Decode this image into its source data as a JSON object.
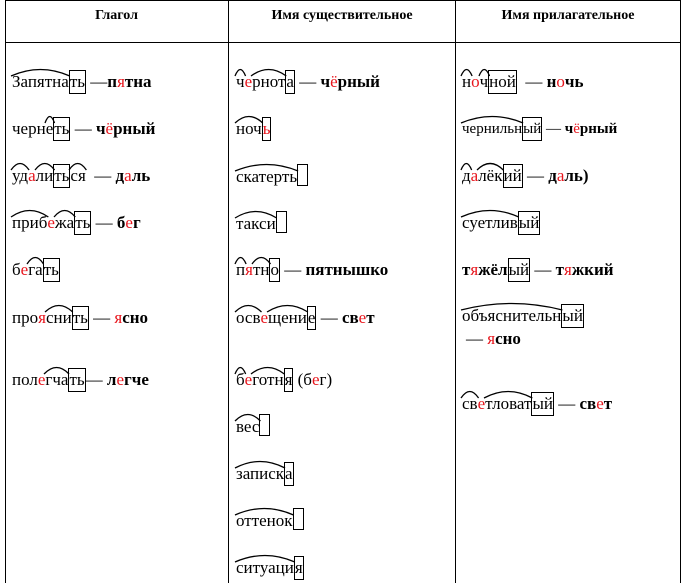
{
  "headers": [
    "Глагол",
    "Имя существительное",
    "Имя прилагательное"
  ],
  "columns": [
    [
      {
        "segments": [
          {
            "t": "Запятна",
            "m": "root"
          },
          {
            "t": "ть",
            "m": "box"
          },
          {
            "t": " —"
          },
          {
            "t": "п",
            "b": 1
          },
          {
            "t": "я",
            "c": 1
          },
          {
            "t": "тна",
            "b": 1
          }
        ]
      },
      {
        "segments": [
          {
            "t": "черн"
          },
          {
            "t": "е",
            "m": "root"
          },
          {
            "t": "ть",
            "m": "box"
          },
          {
            "t": " — "
          },
          {
            "t": "ч",
            "b": 1
          },
          {
            "t": "ё",
            "c": 1
          },
          {
            "t": "рный",
            "b": 1
          }
        ]
      },
      {
        "segments": [
          {
            "t": "уд",
            "m": "root"
          },
          {
            "t": "а",
            "c": 1
          },
          {
            "t": "ли",
            "m": "root"
          },
          {
            "t": "ть",
            "m": "box"
          },
          {
            "t": "ся",
            "m": "root"
          },
          {
            "t": "  — "
          },
          {
            "t": "д",
            "b": 1
          },
          {
            "t": "а",
            "c": 1
          },
          {
            "t": "ль",
            "b": 1
          }
        ]
      },
      {
        "segments": [
          {
            "t": "приб",
            "m": "root"
          },
          {
            "t": "е",
            "c": 1
          },
          {
            "t": "жа",
            "m": "root"
          },
          {
            "t": "ть",
            "m": "box"
          },
          {
            "t": " — "
          },
          {
            "t": "б",
            "b": 1
          },
          {
            "t": "е",
            "c": 1
          },
          {
            "t": "г",
            "b": 1
          }
        ]
      },
      {
        "segments": [
          {
            "t": "б"
          },
          {
            "t": "е",
            "c": 1
          },
          {
            "t": "га",
            "m": "root"
          },
          {
            "t": "ть",
            "m": "box"
          }
        ]
      },
      {
        "segments": [
          {
            "t": "про"
          },
          {
            "t": "я",
            "c": 1
          },
          {
            "t": "сни",
            "m": "root"
          },
          {
            "t": "ть",
            "m": "box"
          },
          {
            "t": " — "
          },
          {
            "t": "я",
            "c": 1
          },
          {
            "t": "сно",
            "b": 1
          }
        ]
      },
      {
        "segments": [
          {
            "t": "пол"
          },
          {
            "t": "е",
            "c": 1
          },
          {
            "t": "гча",
            "m": "root"
          },
          {
            "t": "ть",
            "m": "box"
          },
          {
            "t": "— "
          },
          {
            "t": "л",
            "b": 1
          },
          {
            "t": "е",
            "c": 1
          },
          {
            "t": "гче",
            "b": 1
          }
        ]
      }
    ],
    [
      {
        "segments": [
          {
            "t": "ч",
            "m": "root"
          },
          {
            "t": "е",
            "c": 1
          },
          {
            "t": "рнот",
            "m": "root"
          },
          {
            "t": "а",
            "m": "box"
          },
          {
            "t": " — "
          },
          {
            "t": "ч",
            "b": 1
          },
          {
            "t": "ё",
            "c": 1
          },
          {
            "t": "рный",
            "b": 1
          }
        ]
      },
      {
        "segments": [
          {
            "t": "ноч",
            "m": "root"
          },
          {
            "t": "ь",
            "m": "box",
            "c": 1
          }
        ]
      },
      {
        "segments": [
          {
            "t": "скатерть",
            "m": "root"
          },
          {
            "t": "",
            "m": "boxempty"
          }
        ]
      },
      {
        "segments": [
          {
            "t": "такси",
            "m": "root"
          },
          {
            "t": "",
            "m": "boxempty"
          }
        ]
      },
      {
        "segments": [
          {
            "t": "п",
            "m": "root"
          },
          {
            "t": "я",
            "c": 1
          },
          {
            "t": "тн",
            "m": "root"
          },
          {
            "t": "о",
            "m": "box"
          },
          {
            "t": " — "
          },
          {
            "t": "пятнышко",
            "b": 1
          }
        ]
      },
      {
        "segments": [
          {
            "t": "осв",
            "m": "root"
          },
          {
            "t": "е",
            "c": 1
          },
          {
            "t": "щени",
            "m": "root"
          },
          {
            "t": "е",
            "m": "box"
          },
          {
            "t": " — "
          },
          {
            "t": "св",
            "b": 1
          },
          {
            "t": "е",
            "c": 1
          },
          {
            "t": "т",
            "b": 1
          }
        ]
      },
      {
        "segments": [
          {
            "t": "б",
            "m": "root"
          },
          {
            "t": "е",
            "c": 1
          },
          {
            "t": "готн",
            "m": "root"
          },
          {
            "t": "я",
            "m": "box"
          },
          {
            "t": " (б"
          },
          {
            "t": "е",
            "c": 1
          },
          {
            "t": "г)"
          }
        ]
      },
      {
        "segments": [
          {
            "t": "вес",
            "m": "root"
          },
          {
            "t": "",
            "m": "boxempty"
          }
        ]
      },
      {
        "segments": [
          {
            "t": "записк",
            "m": "root"
          },
          {
            "t": "а",
            "m": "box"
          }
        ]
      },
      {
        "segments": [
          {
            "t": "оттенок",
            "m": "root"
          },
          {
            "t": "",
            "m": "boxempty"
          }
        ]
      },
      {
        "segments": [
          {
            "t": "ситуаци",
            "m": "root"
          },
          {
            "t": "я",
            "m": "box"
          }
        ]
      }
    ],
    [
      {
        "segments": [
          {
            "t": "н",
            "m": "root"
          },
          {
            "t": "о",
            "c": 1
          },
          {
            "t": "ч",
            "m": "root"
          },
          {
            "t": "ной",
            "m": "box"
          },
          {
            "t": "  — "
          },
          {
            "t": "н",
            "b": 1
          },
          {
            "t": "о",
            "c": 1
          },
          {
            "t": "чь",
            "b": 1
          }
        ]
      },
      {
        "small": 1,
        "segments": [
          {
            "t": "чернильн",
            "m": "root"
          },
          {
            "t": "ый",
            "m": "box"
          },
          {
            "t": " — "
          },
          {
            "t": "ч",
            "b": 1
          },
          {
            "t": "ё",
            "c": 1
          },
          {
            "t": "рный",
            "b": 1
          }
        ]
      },
      {
        "segments": [
          {
            "t": "д",
            "m": "root"
          },
          {
            "t": "а",
            "c": 1
          },
          {
            "t": "лёк",
            "m": "root"
          },
          {
            "t": "ий",
            "m": "box"
          },
          {
            "t": " — "
          },
          {
            "t": "д",
            "b": 1
          },
          {
            "t": "а",
            "c": 1
          },
          {
            "t": "ль)",
            "b": 1
          }
        ]
      },
      {
        "segments": [
          {
            "t": "суетлив",
            "m": "root"
          },
          {
            "t": "ый",
            "m": "box"
          }
        ]
      },
      {
        "segments": [
          {
            "t": "т",
            "b": 1
          },
          {
            "t": "я",
            "c": 1
          },
          {
            "t": "жёл",
            "b": 1
          },
          {
            "t": "ый",
            "m": "box"
          },
          {
            "t": " — "
          },
          {
            "t": "т",
            "b": 1
          },
          {
            "t": "я",
            "c": 1
          },
          {
            "t": "жкий",
            "b": 1
          }
        ]
      },
      {
        "segments": [
          {
            "t": "объяснительн",
            "m": "root"
          },
          {
            "t": "ый",
            "m": "box"
          }
        ],
        "line2": [
          {
            "t": "— "
          },
          {
            "t": "я",
            "c": 1
          },
          {
            "t": "сно",
            "b": 1
          }
        ]
      },
      {
        "segments": [
          {
            "t": "св",
            "m": "root"
          },
          {
            "t": "е",
            "c": 1
          },
          {
            "t": "тловат",
            "m": "root"
          },
          {
            "t": "ый",
            "m": "box"
          },
          {
            "t": " — "
          },
          {
            "t": "св",
            "b": 1
          },
          {
            "t": "е",
            "c": 1
          },
          {
            "t": "т",
            "b": 1
          }
        ]
      }
    ]
  ]
}
